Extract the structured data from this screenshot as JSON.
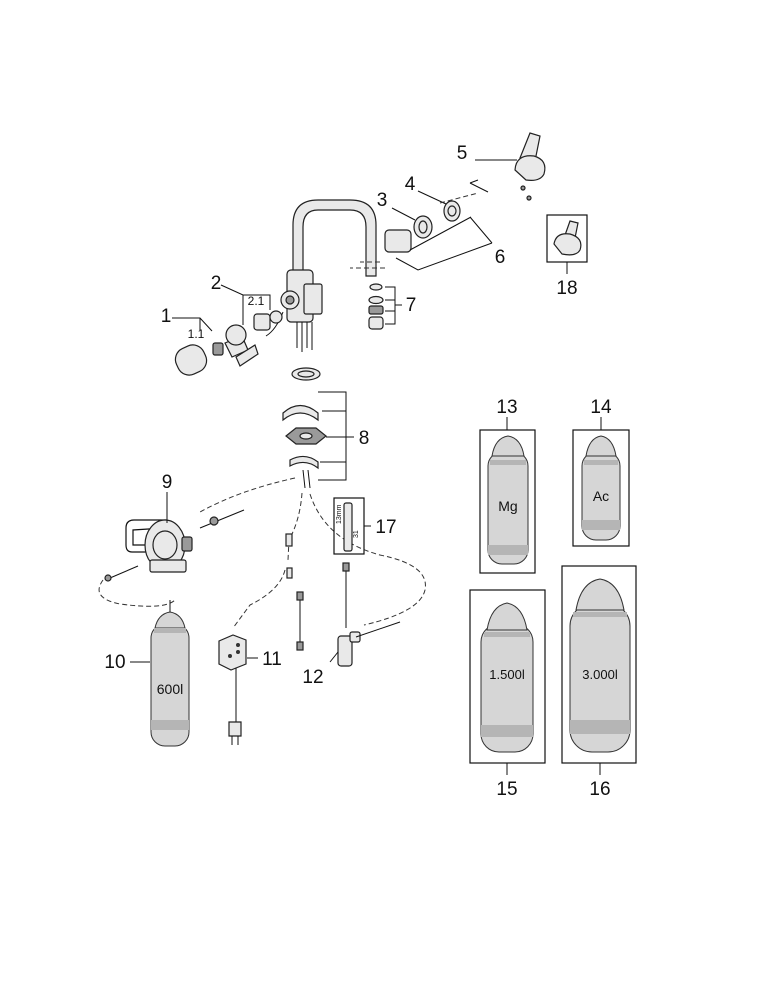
{
  "callouts": {
    "c1": "1",
    "c1_1": "1.1",
    "c2": "2",
    "c2_1": "2.1",
    "c3": "3",
    "c4": "4",
    "c5": "5",
    "c6": "6",
    "c7": "7",
    "c8": "8",
    "c9": "9",
    "c10": "10",
    "c11": "11",
    "c12": "12",
    "c13": "13",
    "c14": "14",
    "c15": "15",
    "c16": "16",
    "c17": "17",
    "c18": "18"
  },
  "cartridge_labels": {
    "mg": "Mg",
    "ac": "Ac",
    "l600": "600l",
    "l1500": "1.500l",
    "l3000": "3.000l"
  },
  "measure_labels": {
    "m13": "13mm",
    "m31": "31"
  }
}
